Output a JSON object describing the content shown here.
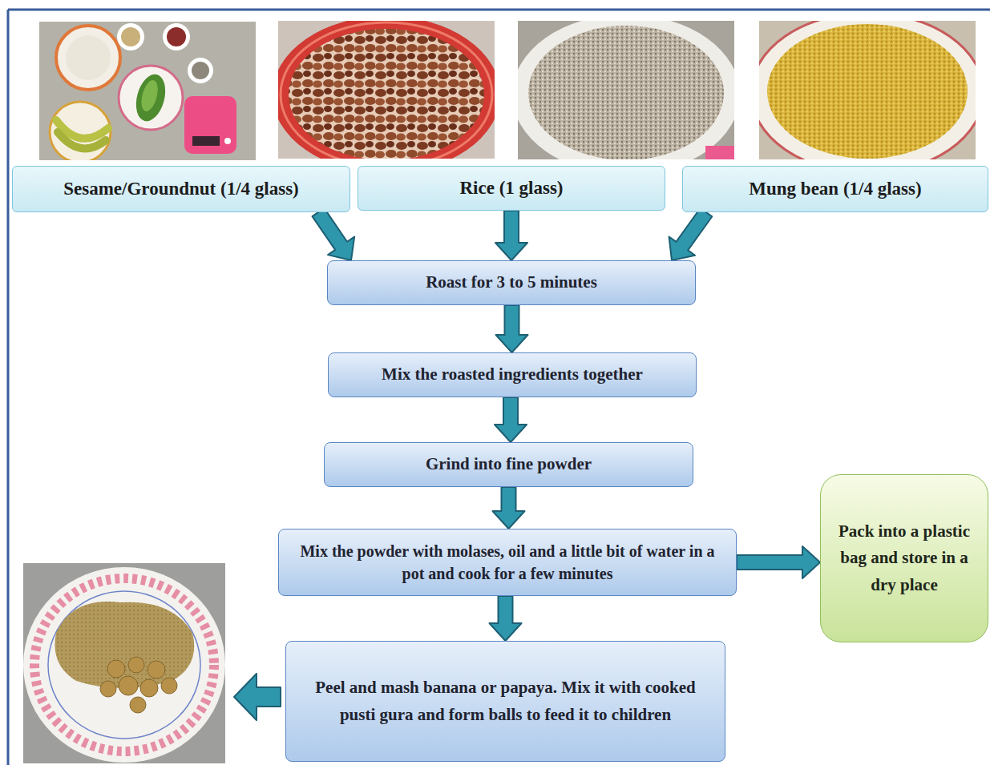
{
  "diagram": {
    "nodes": [
      {
        "text": [
          "Sesame/Groundnut (1/4 glass)"
        ]
      },
      {
        "text": [
          "Rice (1 glass)"
        ]
      },
      {
        "text": [
          "Mung bean (1/4 glass)"
        ]
      },
      {
        "text": [
          "Roast for 3 to 5 minutes"
        ]
      },
      {
        "text": [
          "Mix the roasted ingredients together"
        ]
      },
      {
        "text": [
          "Grind into fine powder"
        ]
      },
      {
        "text": [
          "Mix the powder with molases, oil and a little bit of water in a pot and cook for a few minutes"
        ]
      },
      {
        "text": [
          "Pack into a plastic bag and store in a dry place"
        ]
      },
      {
        "text": [
          "Peel and mash banana or papaya. Mix it with cooked pusti gura and form balls to feed it to children"
        ]
      }
    ],
    "edges": [
      {
        "from": 0,
        "to": 3,
        "arrow": "to"
      },
      {
        "from": 1,
        "to": 3,
        "arrow": "to"
      },
      {
        "from": 2,
        "to": 3,
        "arrow": "to"
      },
      {
        "from": 3,
        "to": 4,
        "arrow": "to"
      },
      {
        "from": 4,
        "to": 5,
        "arrow": "to"
      },
      {
        "from": 5,
        "to": 6,
        "arrow": "to"
      },
      {
        "from": 6,
        "to": 7,
        "arrow": "to"
      },
      {
        "from": 6,
        "to": 8,
        "arrow": "to"
      }
    ]
  }
}
